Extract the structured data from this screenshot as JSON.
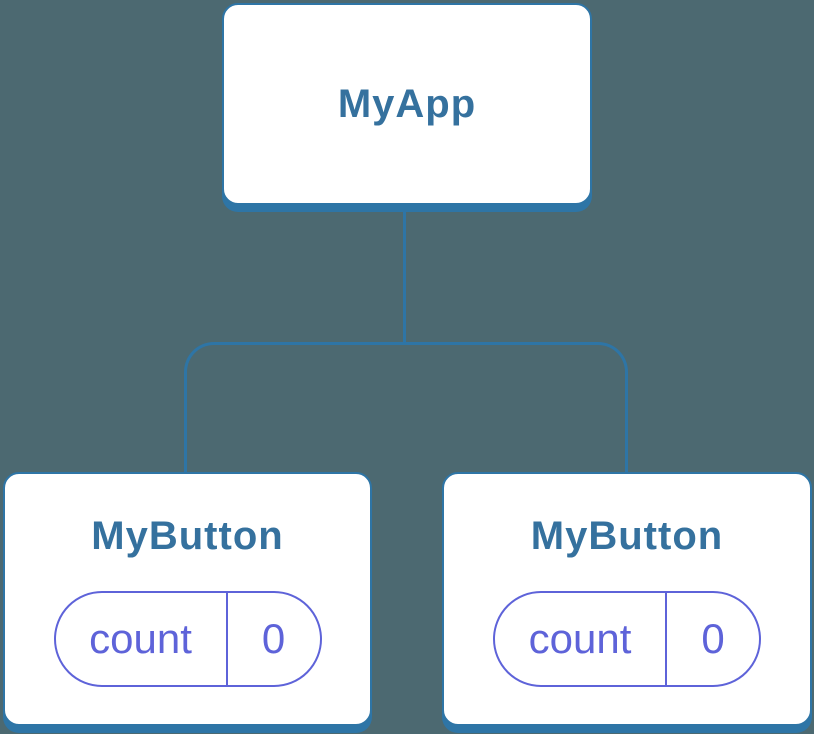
{
  "diagram": {
    "type": "component-tree",
    "colors": {
      "background": "#4C6971",
      "node_background": "#FFFFFF",
      "connector_blue": "#2E75A6",
      "node_label_blue": "#35719E",
      "state_purple": "#5E63D9"
    },
    "tree": {
      "root": {
        "label": "MyApp"
      },
      "children": [
        {
          "label": "MyButton",
          "state": {
            "key": "count",
            "value": "0"
          }
        },
        {
          "label": "MyButton",
          "state": {
            "key": "count",
            "value": "0"
          }
        }
      ]
    }
  }
}
